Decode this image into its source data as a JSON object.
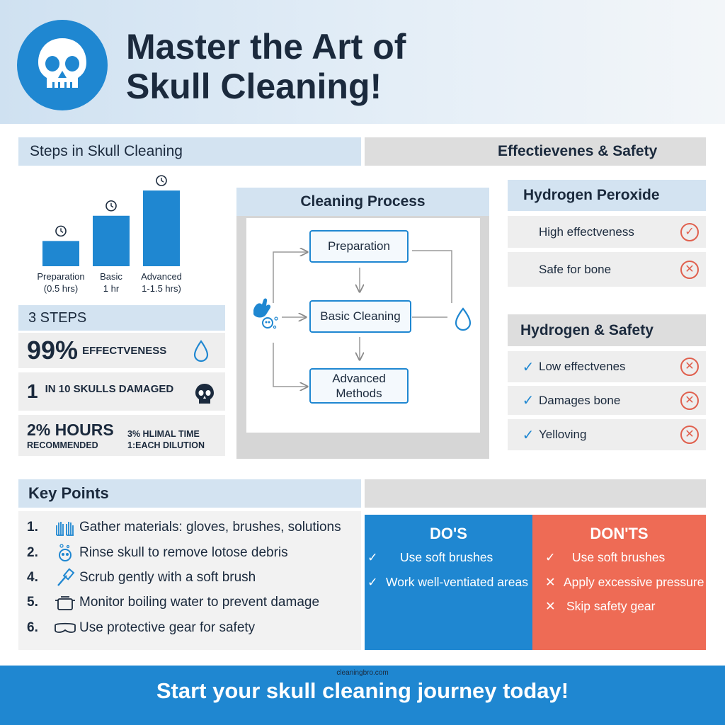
{
  "header": {
    "title_line1": "Master the Art of",
    "title_line2": "Skull Cleaning!",
    "logo_icon": "skull-icon"
  },
  "steps_section": {
    "title": "Steps in Skull Cleaning"
  },
  "chart_data": {
    "type": "bar",
    "categories": [
      "Preparation",
      "Basic",
      "Advanced"
    ],
    "sub_labels": [
      "(0.5 hrs)",
      "1 hr",
      "1-1.5 hrs)"
    ],
    "values": [
      0.5,
      1,
      1.5
    ],
    "ylim": [
      0,
      1.6
    ],
    "color": "#1f87d1",
    "bar_icon": "clock-icon",
    "grid": false
  },
  "stats": {
    "steps": "3 STEPS",
    "effectiveness_big": "99%",
    "effectiveness_label": "EFFECTVENESS",
    "damaged_big": "1",
    "damaged_label": "IN 10 SKULLS DAMAGED",
    "hours_big": "2% HOURS",
    "hours_sub": "RECOMMENDED",
    "hours_note1": "3% HLIMAL TIME",
    "hours_note2": "1:EACH DILUTION"
  },
  "process": {
    "title": "Cleaning Process",
    "step1": "Preparation",
    "step2": "Basic Cleaning",
    "step3_line1": "Advanced",
    "step3_line2": "Methods"
  },
  "effectiveness_section": {
    "title": "Effectievenes & Safety",
    "group1_title": "Hydrogen Peroxide",
    "group1_rows": [
      "High effectveness",
      "Safe for bone"
    ],
    "group2_title": "Hydrogen & Safety",
    "group2_rows": [
      "Low effectvenes",
      "Damages bone",
      "Yelloving"
    ]
  },
  "key_points": {
    "title": "Key Points",
    "items": [
      {
        "num": "1.",
        "text": "Gather materials: gloves, brushes, solutions",
        "icon": "gloves-icon"
      },
      {
        "num": "2.",
        "text": "Rinse skull to remove lotose debris",
        "icon": "skull-bubbles-icon"
      },
      {
        "num": "4.",
        "text": "Scrub gently with a soft brush",
        "icon": "brush-icon"
      },
      {
        "num": "5.",
        "text": "Monitor boiling water to prevent damage",
        "icon": "pot-icon"
      },
      {
        "num": "6.",
        "text": "Use protective gear for safety",
        "icon": "goggles-icon"
      }
    ]
  },
  "dos": {
    "title": "DO'S",
    "items": [
      "Use soft brushes",
      "Work well-ventiated areas"
    ]
  },
  "donts": {
    "title": "DON'TS",
    "items": [
      "Use soft brushes",
      "Apply excessive pressure",
      "Skip safety gear"
    ]
  },
  "footer": {
    "url": "cleaningbro.com",
    "cta": "Start your skull cleaning journey today!"
  },
  "colors": {
    "accent_blue": "#1f87d1",
    "accent_red": "#ee6b55",
    "dark_text": "#1b2a3d",
    "light_blue": "#d3e3f1"
  }
}
